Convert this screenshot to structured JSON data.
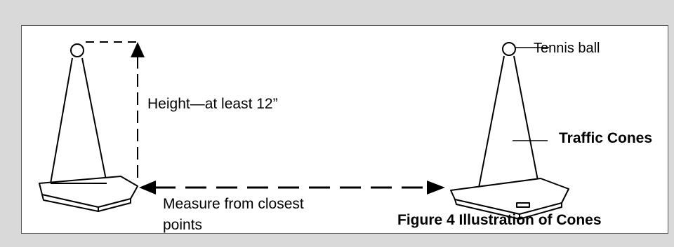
{
  "labels": {
    "tennis_ball": "Tennis ball",
    "height": "Height—at least 12”",
    "traffic_cone": "Traffic Cones",
    "measure_line1": "Measure from closest",
    "measure_line2": "points",
    "caption": "Figure 4 Illustration of Cones"
  }
}
